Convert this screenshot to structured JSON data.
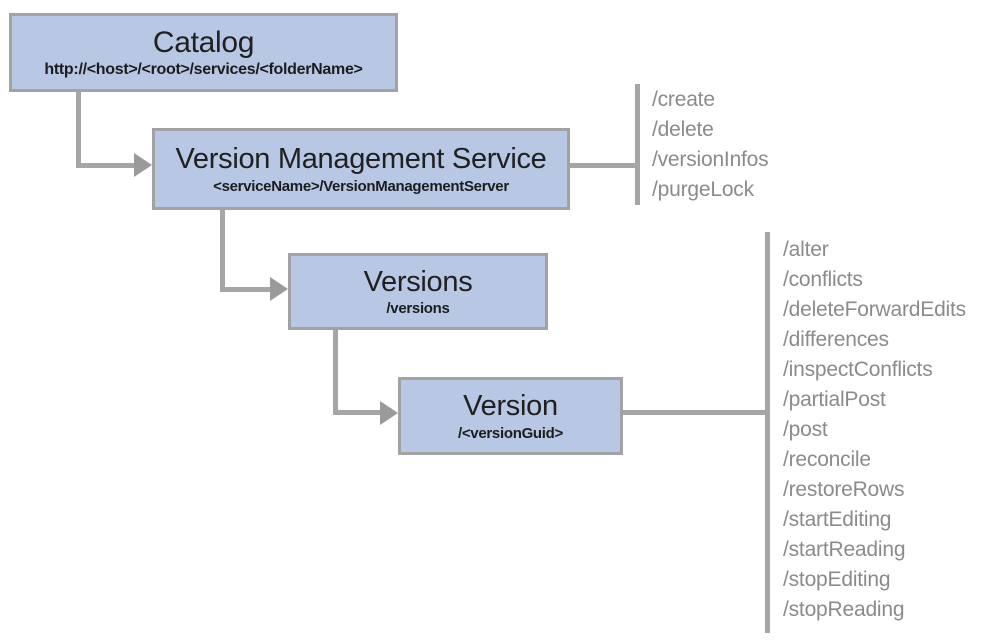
{
  "diagram": {
    "nodes": {
      "catalog": {
        "title": "Catalog",
        "subtitle": "http://<host>/<root>/services/<folderName>"
      },
      "vms": {
        "title": "Version Management Service",
        "subtitle": "<serviceName>/VersionManagementServer"
      },
      "versions": {
        "title": "Versions",
        "subtitle": "/versions"
      },
      "version": {
        "title": "Version",
        "subtitle": "/<versionGuid>"
      }
    },
    "vms_operations": [
      "/create",
      "/delete",
      "/versionInfos",
      "/purgeLock"
    ],
    "version_operations": [
      "/alter",
      "/conflicts",
      "/deleteForwardEdits",
      "/differences",
      "/inspectConflicts",
      "/partialPost",
      "/post",
      "/reconcile",
      "/restoreRows",
      "/startEditing",
      "/startReading",
      "/stopEditing",
      "/stopReading"
    ],
    "colors": {
      "node_fill": "#b8c8e4",
      "node_border": "#a2a2a2",
      "connector": "#a6a6a6",
      "operation_text": "#8b8b8b",
      "title_text": "#202020"
    }
  }
}
